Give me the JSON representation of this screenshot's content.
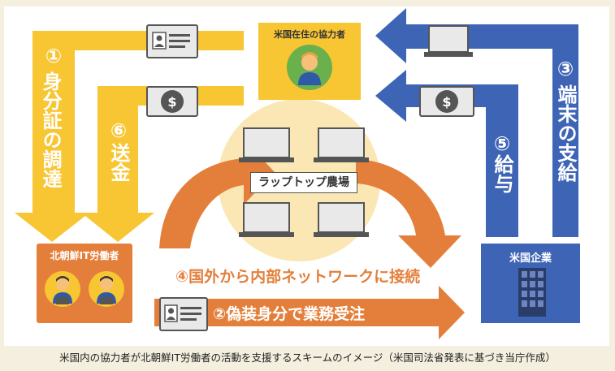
{
  "nodes": {
    "collaborator": "米国在住の協力者",
    "workers": "北朝鮮IT労働者",
    "company": "米国企業",
    "farm": "ラップトップ農場"
  },
  "steps": {
    "s1_num": "①",
    "s1_text": "身分証の調達",
    "s6_num": "⑥",
    "s6_text": "送金",
    "s3_num": "③",
    "s3_text": "端末の支給",
    "s5_num": "⑤",
    "s5_text": "給与",
    "s4": "④国外から内部ネットワークに接続",
    "s2": "②偽装身分で業務受注"
  },
  "caption": "米国内の協力者が北朝鮮IT労働者の活動を支援するスキームのイメージ（米国司法省発表に基づき当庁作成）",
  "colors": {
    "yellow": "#f8c533",
    "orange": "#e37f3b",
    "blue": "#3e64b6",
    "cream": "#fbe7b4"
  }
}
